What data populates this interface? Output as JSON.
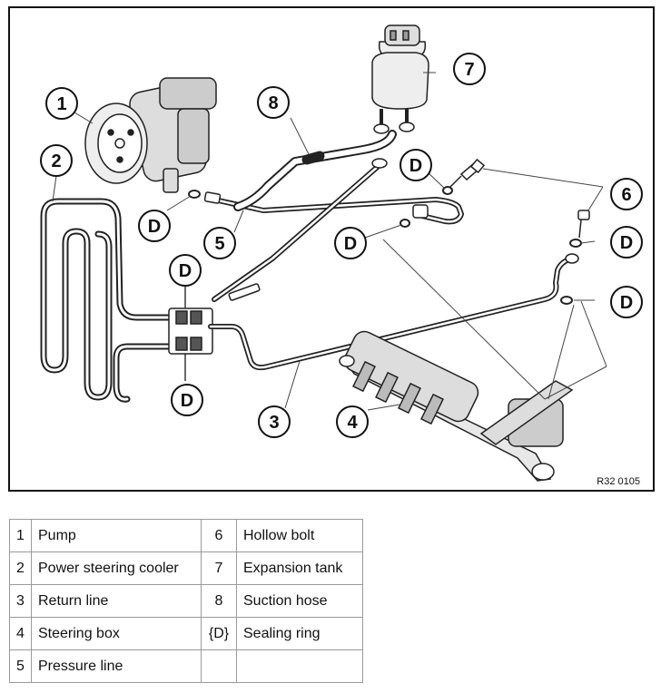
{
  "diagram": {
    "reference_code": "R32 0105",
    "callouts": {
      "c1": "1",
      "c2": "2",
      "c3": "3",
      "c4": "4",
      "c5": "5",
      "c6": "6",
      "c7": "7",
      "c8": "8",
      "d1": "D",
      "d2": "D",
      "d3": "D",
      "d4": "D",
      "d5": "D",
      "d6": "D",
      "d7": "D"
    }
  },
  "legend": {
    "rows": [
      {
        "n1": "1",
        "t1": "Pump",
        "n2": "6",
        "t2": "Hollow bolt"
      },
      {
        "n1": "2",
        "t1": "Power steering cooler",
        "n2": "7",
        "t2": "Expansion tank"
      },
      {
        "n1": "3",
        "t1": "Return line",
        "n2": "8",
        "t2": "Suction hose"
      },
      {
        "n1": "4",
        "t1": "Steering box",
        "n2": "{D}",
        "t2": "Sealing ring"
      },
      {
        "n1": "5",
        "t1": "Pressure line",
        "n2": "",
        "t2": ""
      }
    ]
  }
}
